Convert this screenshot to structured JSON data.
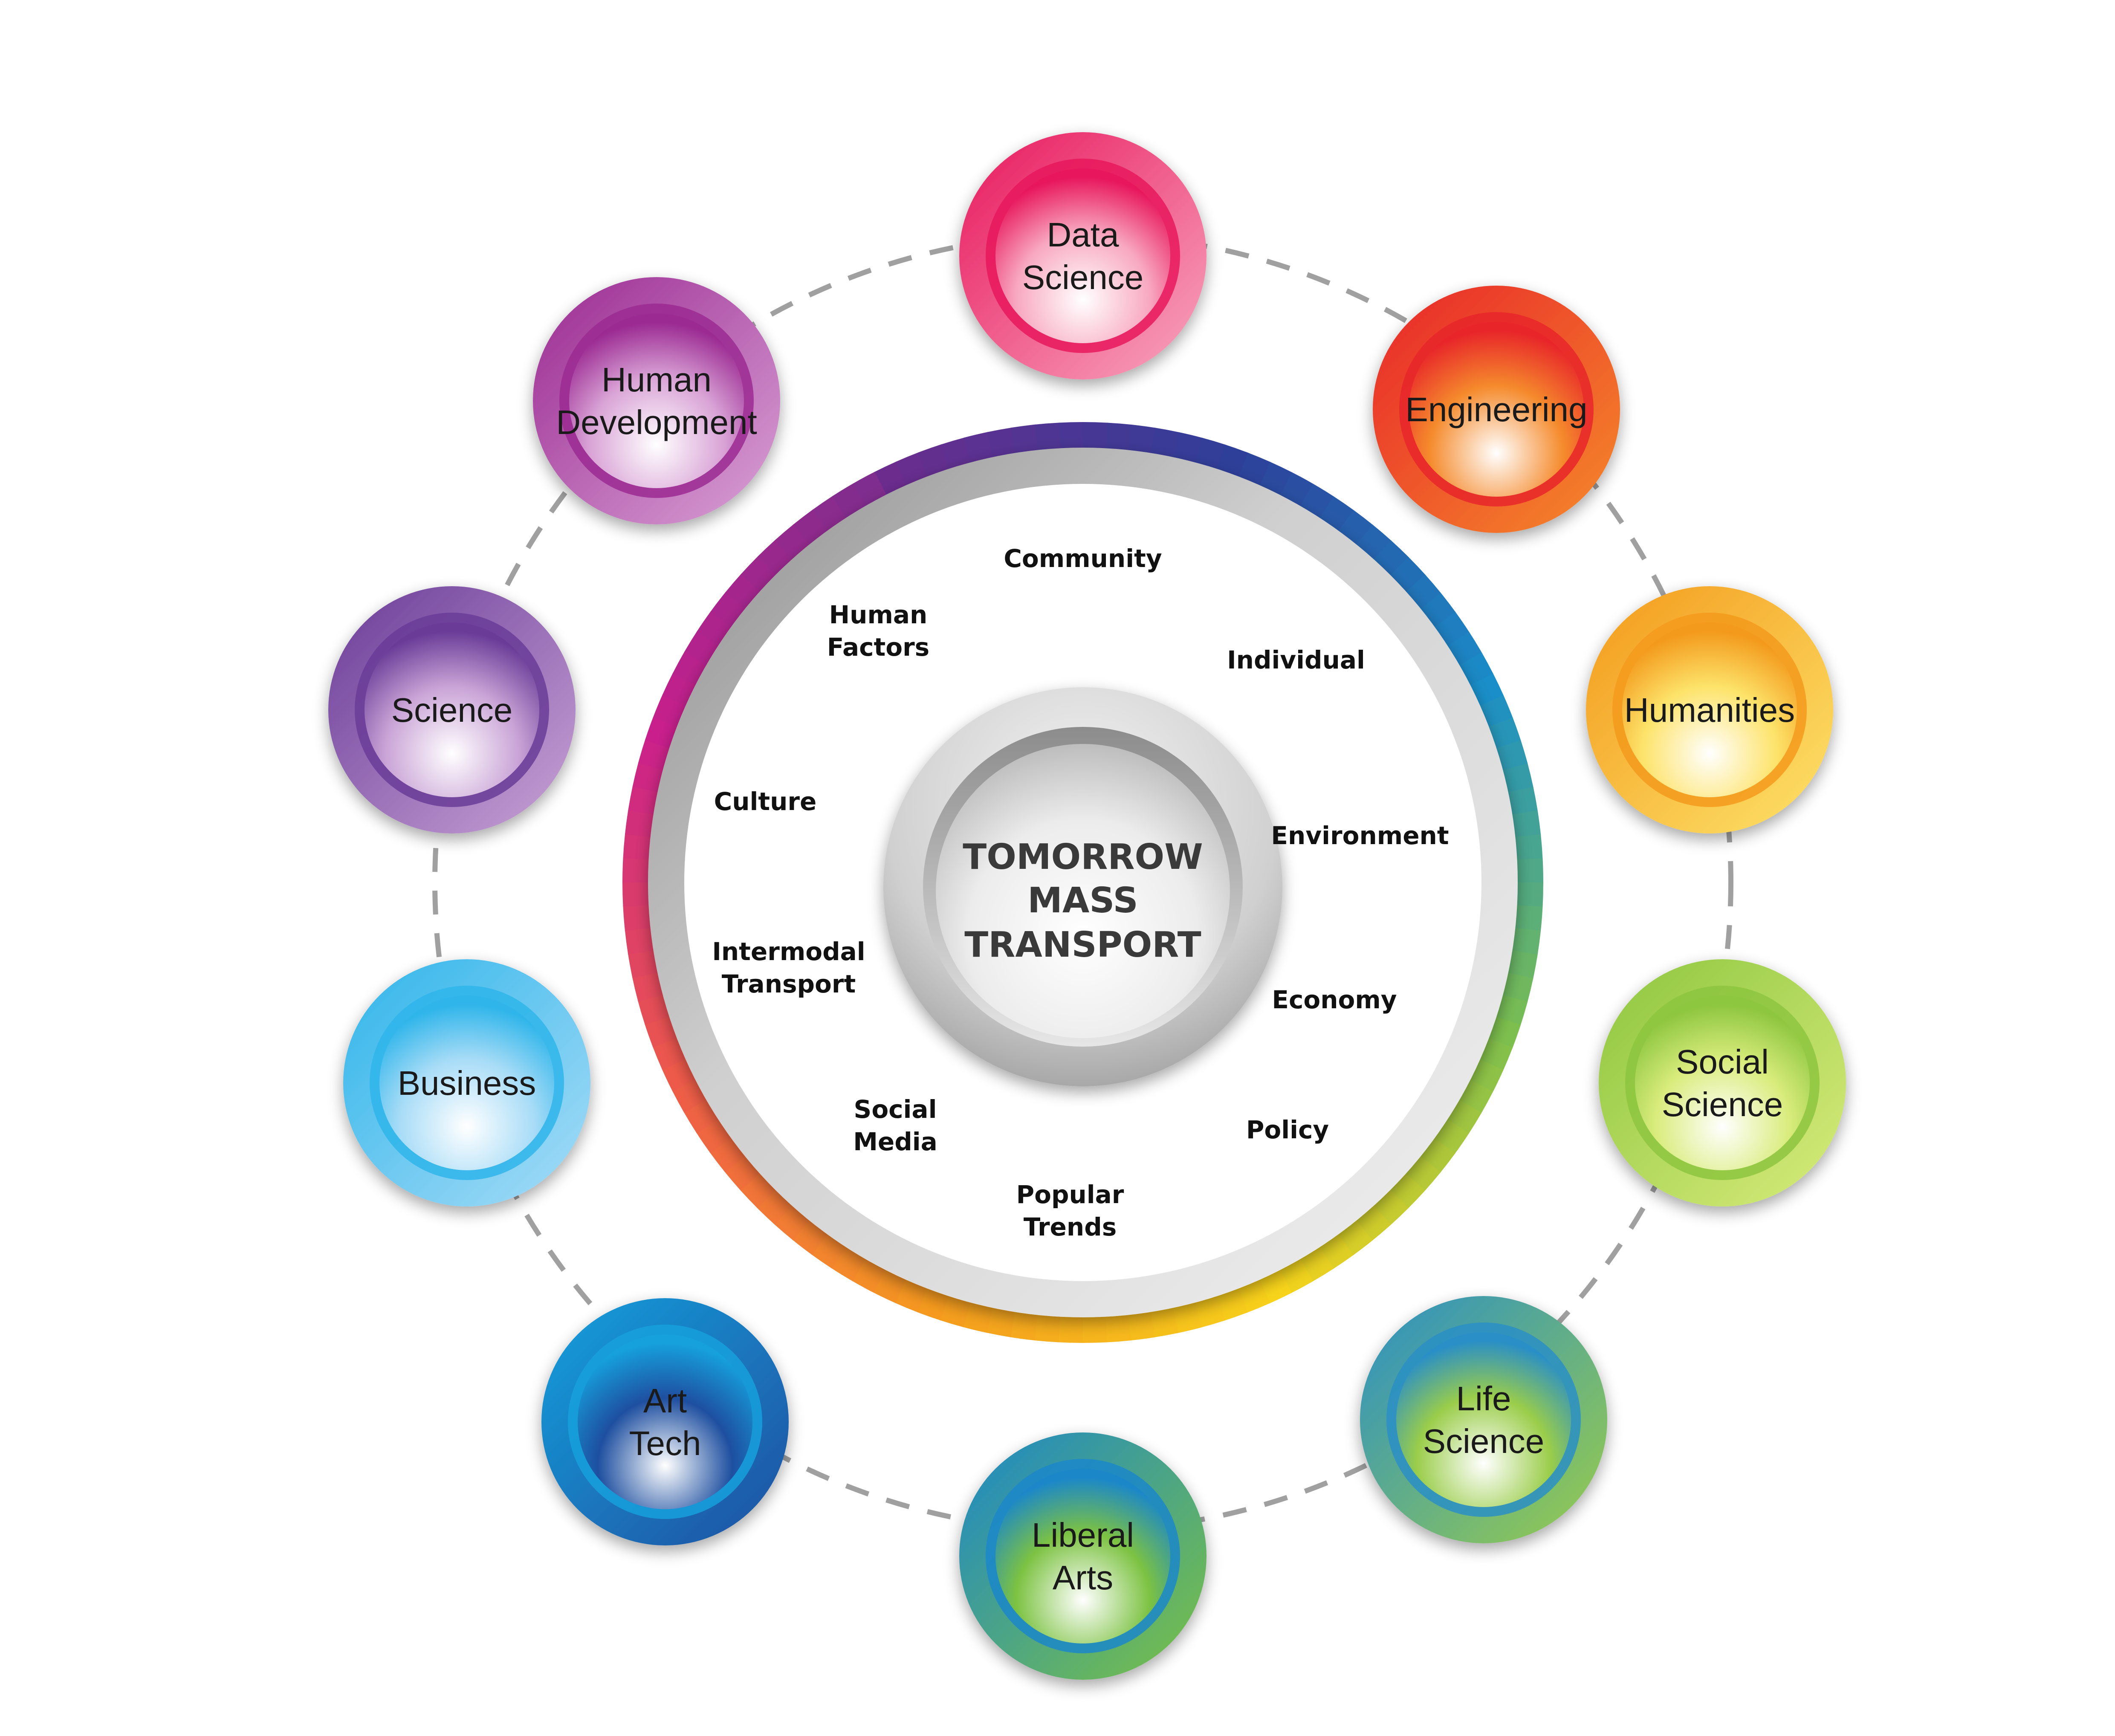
{
  "center": {
    "lines": [
      "TOMORROW",
      "MASS",
      "TRANSPORT"
    ]
  },
  "disciplines": [
    {
      "id": "data-science",
      "lines": [
        "Data",
        "Science"
      ],
      "color_a": "#e8175d",
      "color_b": "#f8a8c0"
    },
    {
      "id": "engineering",
      "lines": [
        "Engineering"
      ],
      "color_a": "#e8262a",
      "color_b": "#f58a2c"
    },
    {
      "id": "humanities",
      "lines": [
        "Humanities"
      ],
      "color_a": "#f39a1c",
      "color_b": "#fde36a"
    },
    {
      "id": "social-science",
      "lines": [
        "Social",
        "Science"
      ],
      "color_a": "#8dc63f",
      "color_b": "#d9ec7c"
    },
    {
      "id": "life-science",
      "lines": [
        "Life",
        "Science"
      ],
      "color_a": "#2a8fc6",
      "color_b": "#9acd4a"
    },
    {
      "id": "liberal-arts",
      "lines": [
        "Liberal",
        "Arts"
      ],
      "color_a": "#1b87c9",
      "color_b": "#7cc242"
    },
    {
      "id": "art-tech",
      "lines": [
        "Art",
        "Tech"
      ],
      "color_a": "#16a0dc",
      "color_b": "#1e4fa0"
    },
    {
      "id": "business",
      "lines": [
        "Business"
      ],
      "color_a": "#2fb5ea",
      "color_b": "#a8dcf7"
    },
    {
      "id": "science",
      "lines": [
        "Science"
      ],
      "color_a": "#6a3c98",
      "color_b": "#c9a3d6"
    },
    {
      "id": "human-development",
      "lines": [
        "Human",
        "Development"
      ],
      "color_a": "#9b2a92",
      "color_b": "#d9a3d6"
    }
  ],
  "factors": [
    {
      "id": "community",
      "lines": [
        "Community"
      ]
    },
    {
      "id": "individual",
      "lines": [
        "Individual"
      ]
    },
    {
      "id": "environment",
      "lines": [
        "Environment"
      ]
    },
    {
      "id": "economy",
      "lines": [
        "Economy"
      ]
    },
    {
      "id": "policy",
      "lines": [
        "Policy"
      ]
    },
    {
      "id": "popular-trends",
      "lines": [
        "Popular",
        "Trends"
      ]
    },
    {
      "id": "social-media",
      "lines": [
        "Social",
        "Media"
      ]
    },
    {
      "id": "intermodal-transport",
      "lines": [
        "Intermodal",
        "Transport"
      ]
    },
    {
      "id": "culture",
      "lines": [
        "Culture"
      ]
    },
    {
      "id": "human-factors",
      "lines": [
        "Human",
        "Factors"
      ]
    }
  ],
  "ring_colors": [
    "#6b2c8e",
    "#2e3f99",
    "#1a8ec8",
    "#7dbf4e",
    "#f7d31a",
    "#f59a1e",
    "#ee5a4a",
    "#c81f8c",
    "#7a2e8e"
  ],
  "dash_color": "#a0a0a0"
}
